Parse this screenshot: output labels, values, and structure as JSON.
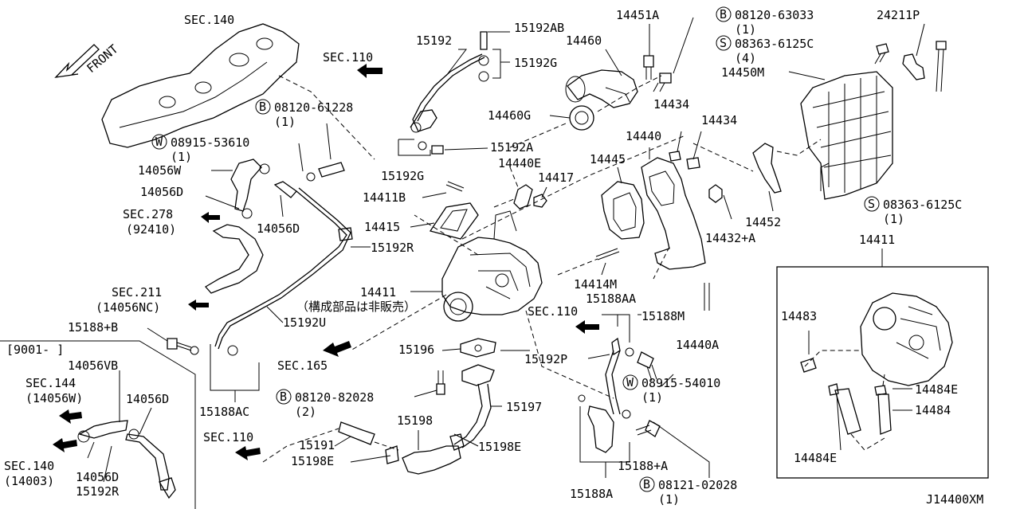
{
  "diagram_code": "J14400XM",
  "front_label": "FRONT",
  "note_jp": "（構成部品は非販売）",
  "variant_code": "[9001-        ]",
  "circle_prefix": {
    "B": "B",
    "W": "W",
    "S": "S"
  },
  "labels": {
    "sec140_top": "SEC.140",
    "sec110_top": "SEC.110",
    "p15192": "15192",
    "p15192AB": "15192AB",
    "p15192G_top": "15192G",
    "p14451A": "14451A",
    "b08120_63033": "08120-63033",
    "q1_a": "(1)",
    "p24211P": "24211P",
    "p14460": "14460",
    "s08363_6125C_top": "08363-6125C",
    "q4": "(4)",
    "p14450M": "14450M",
    "b08120_61228": "08120-61228",
    "q1_b": "(1)",
    "p14460G": "14460G",
    "p14434_a": "14434",
    "p14434_b": "14434",
    "p14440": "14440",
    "w08915_53610": "08915-53610",
    "q1_c": "(1)",
    "p15192A": "15192A",
    "p14445": "14445",
    "p14056W": "14056W",
    "p15192G_mid": "15192G",
    "p14440E": "14440E",
    "p14417": "14417",
    "p14056D_a": "14056D",
    "p14411B": "14411B",
    "sec278": "SEC.278",
    "sec278_sub": "(92410)",
    "p14056D_b": "14056D",
    "p14415": "14415",
    "p14452": "14452",
    "s08363_6125C_right": "08363-6125C",
    "q1_d": "(1)",
    "p14432A": "14432+A",
    "p15192R_mid": "15192R",
    "p14411_right": "14411",
    "p14414M": "14414M",
    "sec211": "SEC.211",
    "sec211_sub": "(14056NC)",
    "p14411_mid": "14411",
    "p15188AA": "15188AA",
    "sec110_mid": "SEC.110",
    "p15188M": "15188M",
    "p14483": "14483",
    "p15192U": "15192U",
    "p15188B": "15188+B",
    "p14440A": "14440A",
    "p15196": "15196",
    "p15192P": "15192P",
    "sec165": "SEC.165",
    "p14056VB": "14056VB",
    "w08915_54010": "08915-54010",
    "q1_e": "(1)",
    "p14484E_a": "14484E",
    "sec144": "SEC.144",
    "sec144_sub": "(14056W)",
    "p14056D_c": "14056D",
    "b08120_82028": "08120-82028",
    "q2": "(2)",
    "p15188AC": "15188AC",
    "p15197": "15197",
    "p14484": "14484",
    "p15198": "15198",
    "sec110_low": "SEC.110",
    "p15191": "15191",
    "p15198E_a": "15198E",
    "p14484E_b": "14484E",
    "p15198E_b": "15198E",
    "p15188A_plus": "15188+A",
    "sec140_low": "SEC.140",
    "sec140_low_sub": "(14003)",
    "p14056D_d": "14056D",
    "p15192R_low": "15192R",
    "p15188A": "15188A",
    "b08121_02028": "08121-02028",
    "q1_f": "(1)"
  }
}
